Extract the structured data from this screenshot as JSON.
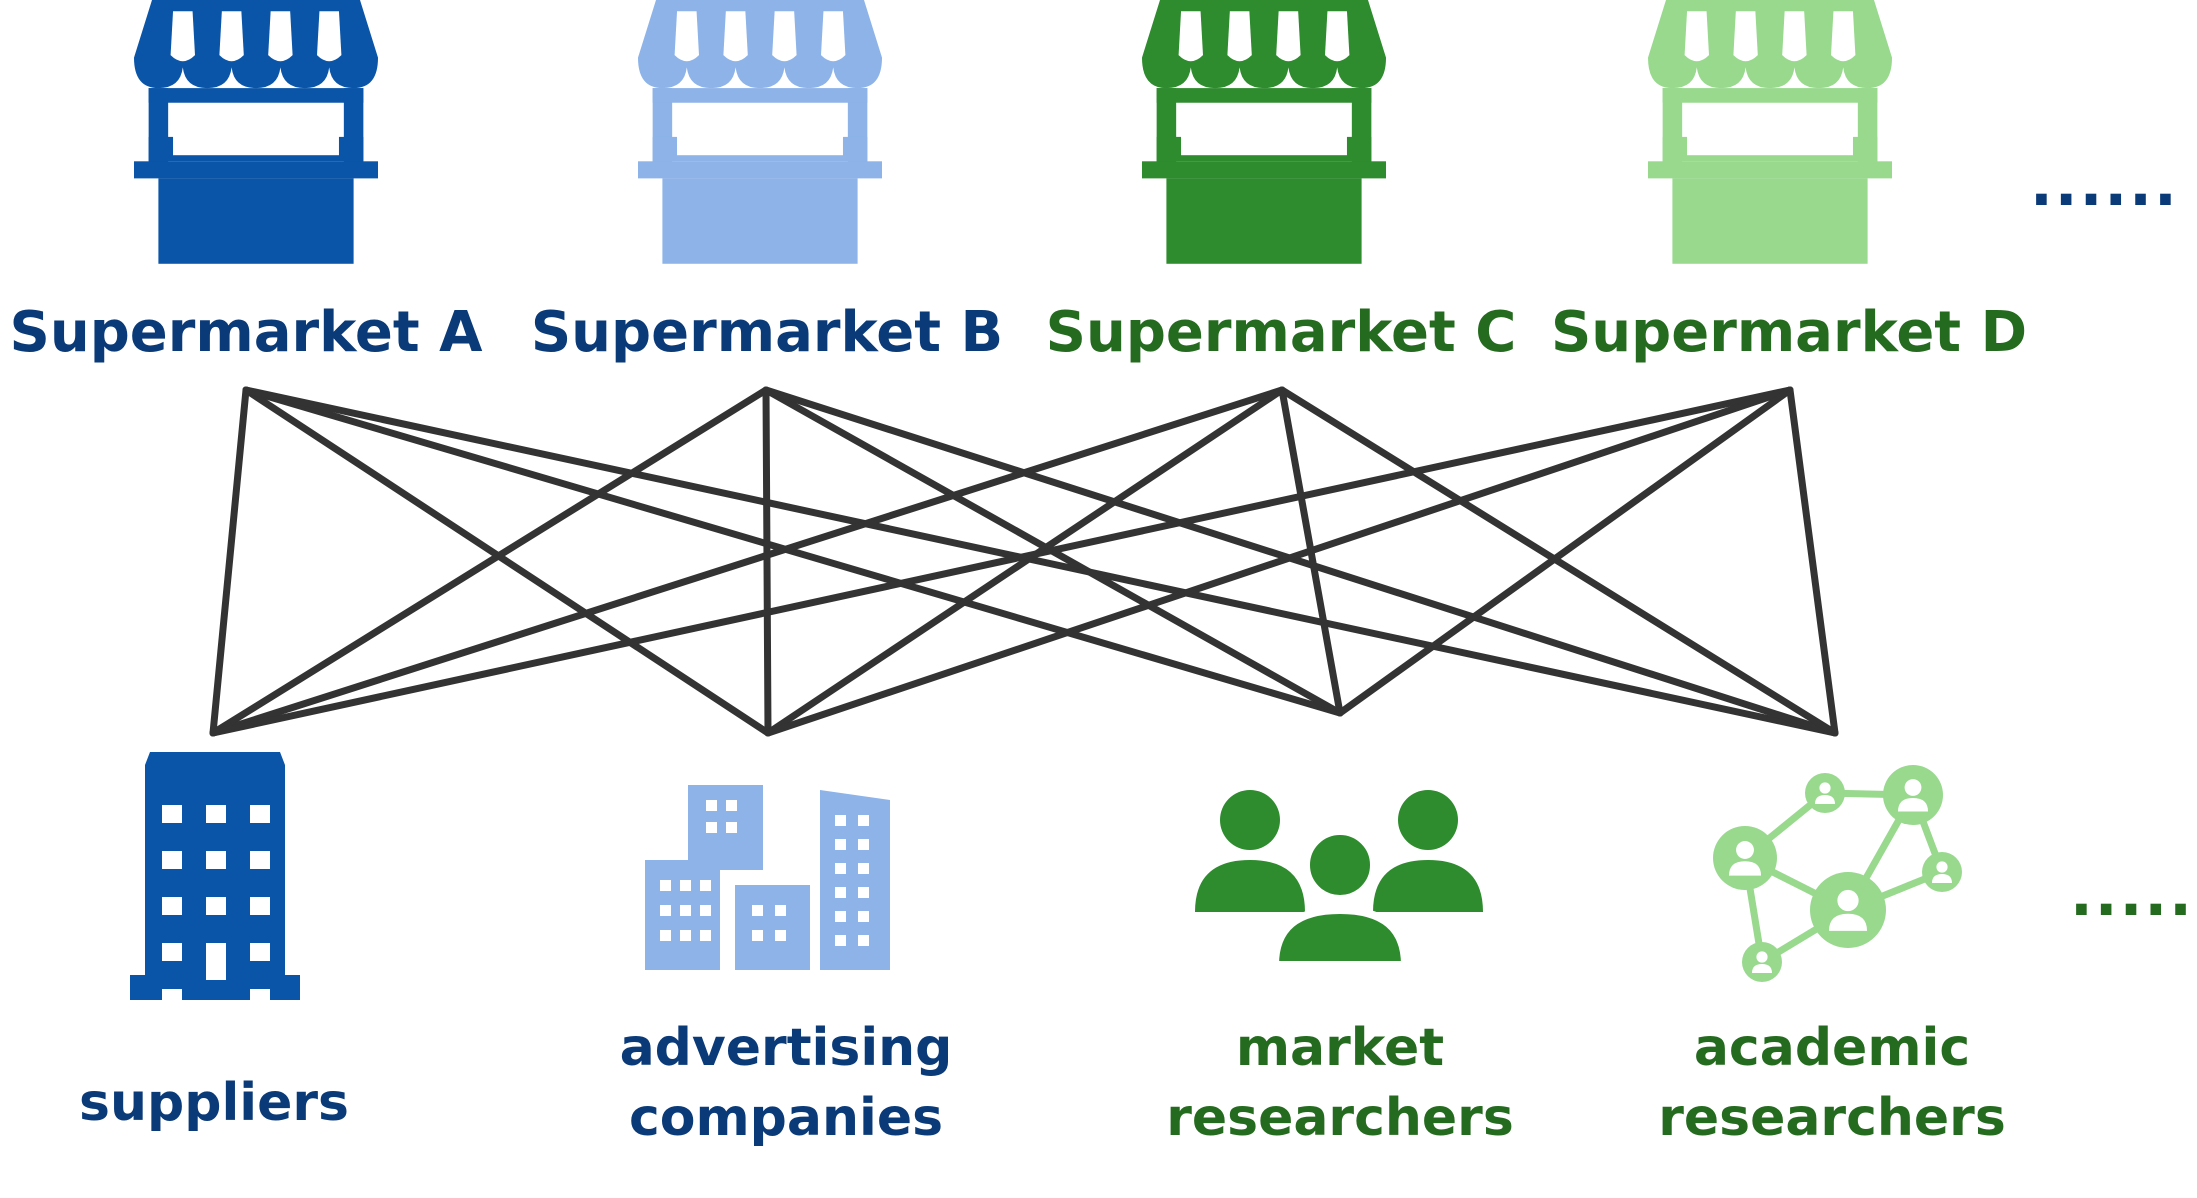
{
  "colors": {
    "dark_blue": "#0b55a8",
    "light_blue": "#8db3e8",
    "dark_green": "#2e8b2e",
    "light_green": "#98d98e",
    "label_dark_blue": "#0a3a78",
    "label_dark_green": "#256b1f",
    "edge": "#333333"
  },
  "top_nodes": [
    {
      "label": "Supermarket A",
      "icon": "store-icon",
      "color": "dark_blue",
      "label_color": "label_dark_blue"
    },
    {
      "label": "Supermarket B",
      "icon": "store-icon",
      "color": "light_blue",
      "label_color": "label_dark_blue"
    },
    {
      "label": "Supermarket C",
      "icon": "store-icon",
      "color": "dark_green",
      "label_color": "label_dark_green"
    },
    {
      "label": "Supermarket D",
      "icon": "store-icon",
      "color": "light_green",
      "label_color": "label_dark_green"
    }
  ],
  "bottom_nodes": [
    {
      "label_lines": [
        "suppliers"
      ],
      "icon": "office-building-icon",
      "color": "dark_blue",
      "label_color": "label_dark_blue"
    },
    {
      "label_lines": [
        "advertising",
        "companies"
      ],
      "icon": "city-buildings-icon",
      "color": "light_blue",
      "label_color": "label_dark_blue"
    },
    {
      "label_lines": [
        "market",
        "researchers"
      ],
      "icon": "people-group-icon",
      "color": "dark_green",
      "label_color": "label_dark_green"
    },
    {
      "label_lines": [
        "academic",
        "researchers"
      ],
      "icon": "people-network-icon",
      "color": "light_green",
      "label_color": "label_dark_green"
    }
  ],
  "ellipsis": "......",
  "edges": "all-to-all"
}
